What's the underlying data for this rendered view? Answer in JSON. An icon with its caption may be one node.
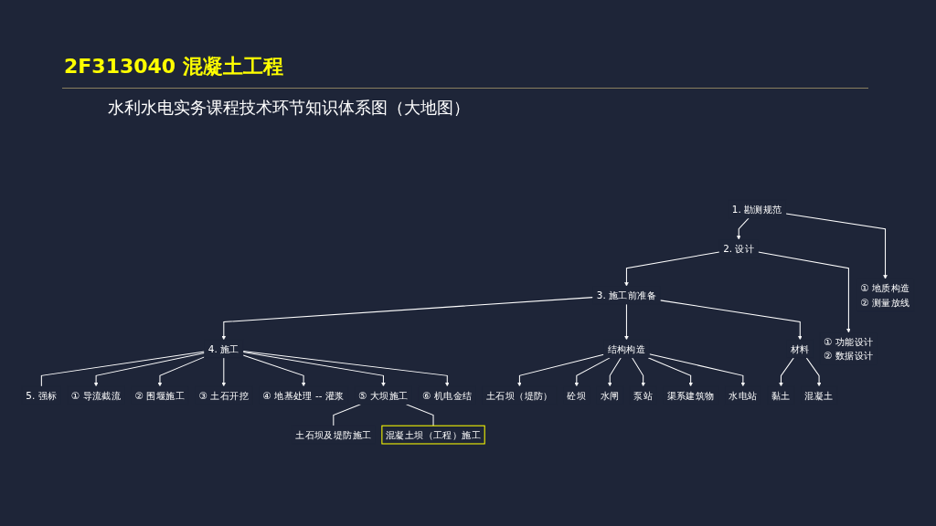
{
  "diagram": {
    "title": "2F313040  混凝土工程",
    "nodes": [
      {
        "text": [
          "1. 勘测规范"
        ]
      },
      {
        "text": [
          "2. 设计"
        ]
      },
      {
        "text": [
          "3. 施工前准备"
        ]
      },
      {
        "text": [
          "4. 施工"
        ]
      },
      {
        "text": [
          "5. 强标"
        ]
      },
      {
        "text": [
          "① 地质构造",
          "② 测量放线"
        ]
      },
      {
        "text": [
          "① 功能设计",
          "② 数据设计"
        ]
      },
      {
        "text": [
          "结构构造"
        ]
      },
      {
        "text": [
          "材料"
        ]
      },
      {
        "text": [
          "土石坝（堤防）"
        ]
      },
      {
        "text": [
          "砼坝"
        ]
      },
      {
        "text": [
          "水闸"
        ]
      },
      {
        "text": [
          "泵站"
        ]
      },
      {
        "text": [
          "渠系建筑物"
        ]
      },
      {
        "text": [
          "水电站"
        ]
      },
      {
        "text": [
          "黏土"
        ]
      },
      {
        "text": [
          "混凝土"
        ]
      },
      {
        "text": [
          "① 导流截流"
        ]
      },
      {
        "text": [
          "② 围堰施工"
        ]
      },
      {
        "text": [
          "③ 土石开挖"
        ]
      },
      {
        "text": [
          "④ 地基处理 -- 灌浆"
        ]
      },
      {
        "text": [
          "⑤ 大坝施工"
        ]
      },
      {
        "text": [
          "⑥ 机电金结"
        ]
      },
      {
        "text": [
          "土石坝及堤防施工"
        ]
      },
      {
        "text": [
          "混凝土坝（工程）施工"
        ]
      }
    ],
    "edges": [
      {
        "from": 0,
        "to": 1,
        "arrow": "to"
      },
      {
        "from": 1,
        "to": 2,
        "arrow": "to"
      },
      {
        "from": 2,
        "to": 3,
        "arrow": "to"
      },
      {
        "from": 3,
        "to": 4,
        "arrow": "none"
      },
      {
        "from": 0,
        "to": 5,
        "arrow": "to"
      },
      {
        "from": 1,
        "to": 6,
        "arrow": "to"
      },
      {
        "from": 2,
        "to": 7,
        "arrow": "to"
      },
      {
        "from": 2,
        "to": 8,
        "arrow": "to"
      },
      {
        "from": 7,
        "to": 9,
        "arrow": "to"
      },
      {
        "from": 7,
        "to": 10,
        "arrow": "to"
      },
      {
        "from": 7,
        "to": 11,
        "arrow": "to"
      },
      {
        "from": 7,
        "to": 12,
        "arrow": "to"
      },
      {
        "from": 7,
        "to": 13,
        "arrow": "to"
      },
      {
        "from": 7,
        "to": 14,
        "arrow": "to"
      },
      {
        "from": 8,
        "to": 15,
        "arrow": "to"
      },
      {
        "from": 8,
        "to": 16,
        "arrow": "to"
      },
      {
        "from": 3,
        "to": 17,
        "arrow": "to"
      },
      {
        "from": 3,
        "to": 18,
        "arrow": "to"
      },
      {
        "from": 3,
        "to": 19,
        "arrow": "to"
      },
      {
        "from": 3,
        "to": 20,
        "arrow": "to"
      },
      {
        "from": 3,
        "to": 21,
        "arrow": "to"
      },
      {
        "from": 3,
        "to": 22,
        "arrow": "to"
      },
      {
        "from": 21,
        "to": 23,
        "arrow": "none"
      },
      {
        "from": 21,
        "to": 24,
        "arrow": "none"
      }
    ],
    "labels": [
      "水利水电实务课程技术环节知识体系图（大地图）"
    ]
  }
}
